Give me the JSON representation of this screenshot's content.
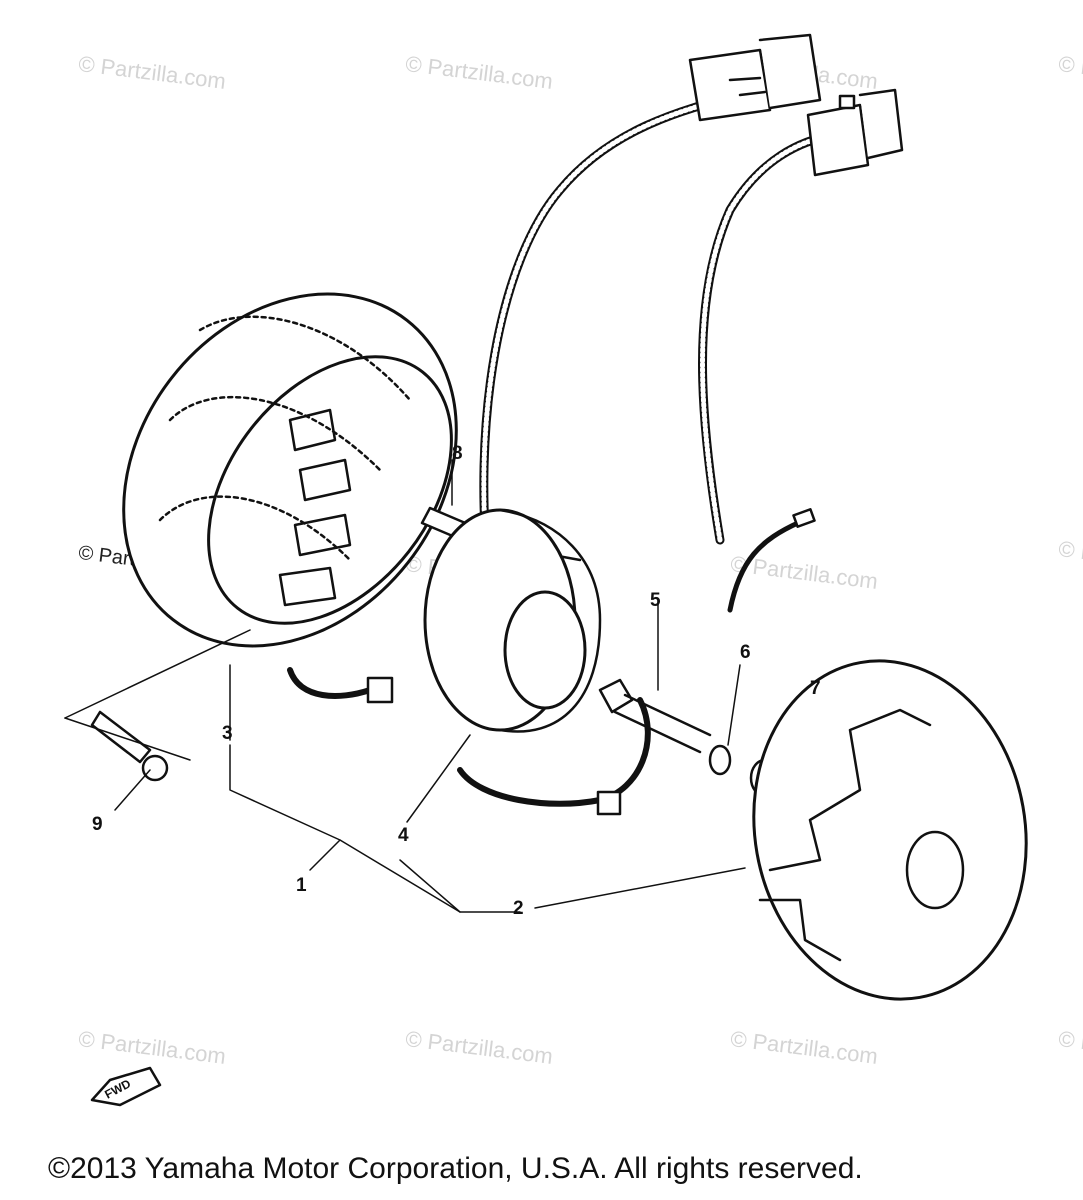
{
  "watermark": "© Partzilla.com",
  "footer": {
    "copyright": "©2013 Yamaha Motor Corporation, U.S.A. All rights reserved."
  },
  "fwd_label": "FWD",
  "callouts": [
    "1",
    "2",
    "3",
    "4",
    "5",
    "6",
    "7",
    "8",
    "9"
  ],
  "colors": {
    "line": "#111111",
    "watermark": "#d4d4d4",
    "background": "#ffffff"
  }
}
